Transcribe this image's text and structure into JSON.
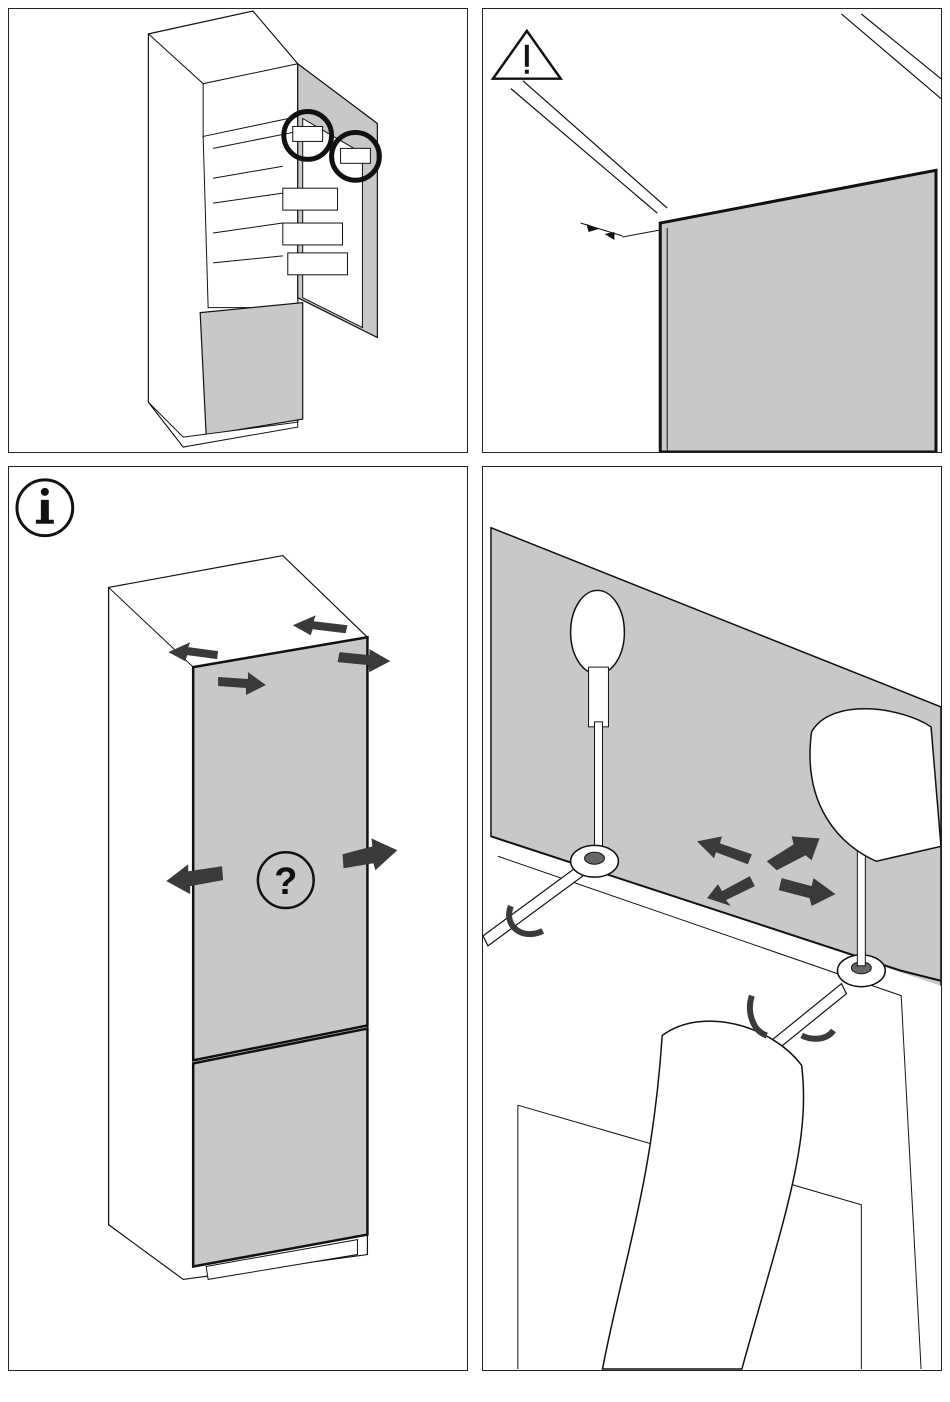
{
  "panels": [
    {
      "id": "step-1",
      "icon": ""
    },
    {
      "id": "step-2",
      "icon": "warning-icon"
    },
    {
      "id": "step-3",
      "icon": "info-icon",
      "symbol": "?"
    },
    {
      "id": "step-4",
      "icon": ""
    }
  ],
  "colors": {
    "panel_gray": "#c8c8c8",
    "line": "#1a1a1a",
    "arrow": "#3a3a3a"
  }
}
